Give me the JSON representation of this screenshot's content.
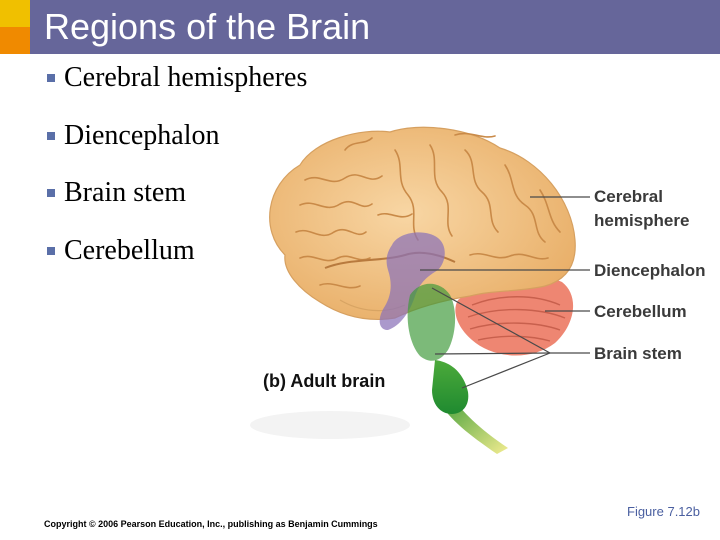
{
  "header": {
    "title": "Regions of the Brain"
  },
  "bullets": [
    {
      "text": "Cerebral hemispheres"
    },
    {
      "text": "Diencephalon"
    },
    {
      "text": "Brain stem"
    },
    {
      "text": "Cerebellum"
    }
  ],
  "figure": {
    "caption": "(b) Adult brain",
    "labels": {
      "cerebral_line1": "Cerebral",
      "cerebral_line2": "hemisphere",
      "diencephalon": "Diencephalon",
      "cerebellum": "Cerebellum",
      "brain_stem": "Brain stem"
    },
    "colors": {
      "cerebrum": "#f3c58a",
      "cerebrum_fold": "#d49a55",
      "diencephalon": "#8a72b8",
      "cerebellum": "#ee8672",
      "brain_stem": "#3e9a3a",
      "spinal_cord": "#e8e070"
    }
  },
  "footer": {
    "figure_number": "Figure 7.12b",
    "copyright": "Copyright © 2006 Pearson Education, Inc., publishing as Benjamin Cummings"
  }
}
